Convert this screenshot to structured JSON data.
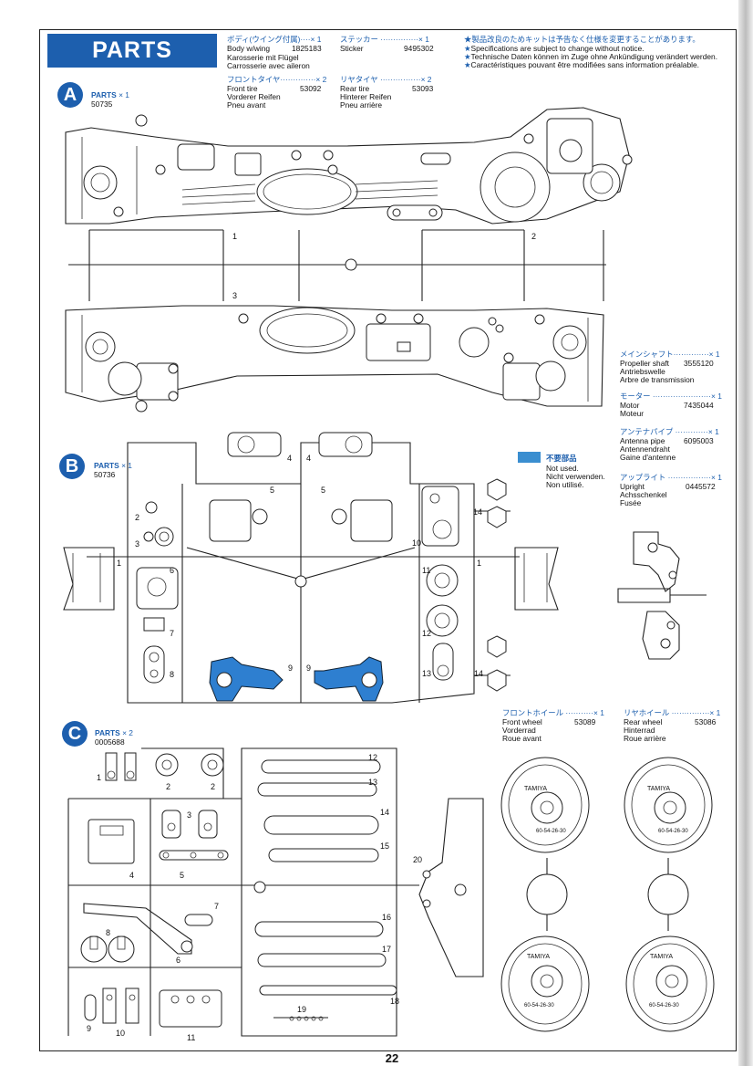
{
  "page_title": "PARTS",
  "page_number": "22",
  "contents": [
    {
      "jp": "ボディ(ウイング付属)····× 1",
      "lines": [
        "Body w/wing",
        "Karosserie mit Flügel",
        "Carrosserie avec aileron"
      ],
      "code": "1825183"
    },
    {
      "jp": "ステッカー ···············× 1",
      "lines": [
        "Sticker"
      ],
      "code": "9495302"
    },
    {
      "jp": "フロントタイヤ··············× 2",
      "lines": [
        "Front tire",
        "Vorderer Reifen",
        "Pneu avant"
      ],
      "code": "53092"
    },
    {
      "jp": "リヤタイヤ ················× 2",
      "lines": [
        "Rear tire",
        "Hinterer Reifen",
        "Pneu arrière"
      ],
      "code": "53093"
    }
  ],
  "notice": {
    "jp": "製品改良のためキットは予告なく仕様を変更することがあります。",
    "lines": [
      "Specifications are subject to change without notice.",
      "Technische Daten können im Zuge ohne Ankündigung verändert werden.",
      "Caractéristiques pouvant être modifiées sans information préalable."
    ]
  },
  "sections": [
    {
      "letter": "A",
      "label": "PARTS",
      "qty": "× 1",
      "code": "50735"
    },
    {
      "letter": "B",
      "label": "PARTS",
      "qty": "× 1",
      "code": "50736"
    },
    {
      "letter": "C",
      "label": "PARTS",
      "qty": "× 2",
      "code": "0005688"
    }
  ],
  "side_parts": [
    {
      "jp": "メインシャフト··············× 1",
      "lines": [
        "Propeller shaft",
        "Antriebswelle",
        "Arbre de transmission"
      ],
      "code": "3555120"
    },
    {
      "jp": "モーター ·······················× 1",
      "lines": [
        "Motor",
        "Moteur"
      ],
      "code": "7435044"
    },
    {
      "jp": "アンテナパイプ ·············× 1",
      "lines": [
        "Antenna pipe",
        "Antennendraht",
        "Gaine d'antenne"
      ],
      "code": "6095003"
    },
    {
      "jp": "アップライト ·················× 1",
      "lines": [
        "Upright",
        "Achsschenkel",
        "Fusée"
      ],
      "code": "0445572"
    }
  ],
  "not_used": {
    "jp": "不要部品",
    "lines": [
      "Not used.",
      "Nicht verwenden.",
      "Non utilisé."
    ]
  },
  "wheels": [
    {
      "jp": "フロントホイール ···········× 1",
      "lines": [
        "Front wheel",
        "Vorderrad",
        "Roue avant"
      ],
      "code": "53089"
    },
    {
      "jp": "リヤホイール ···············× 1",
      "lines": [
        "Rear wheel",
        "Hinterrad",
        "Roue arrière"
      ],
      "code": "53086"
    }
  ],
  "tree_a_labels": [
    "1",
    "2",
    "3"
  ],
  "tree_b_labels": [
    "1",
    "1",
    "2",
    "3",
    "4",
    "4",
    "5",
    "5",
    "6",
    "7",
    "8",
    "9",
    "9",
    "10",
    "11",
    "12",
    "13",
    "14",
    "14"
  ],
  "tree_c_labels": [
    "1",
    "2",
    "2",
    "3",
    "4",
    "5",
    "6",
    "7",
    "8",
    "9",
    "10",
    "11",
    "12",
    "13",
    "14",
    "15",
    "16",
    "17",
    "18",
    "19",
    "20"
  ],
  "wheel_text": [
    "TAMIYA",
    "TAMIYA",
    "TAMIYA",
    "TAMIYA"
  ],
  "wheel_codes": [
    "60-54-26-30",
    "60-54-26-30",
    "60-54-26-30",
    "60-54-26-30"
  ]
}
